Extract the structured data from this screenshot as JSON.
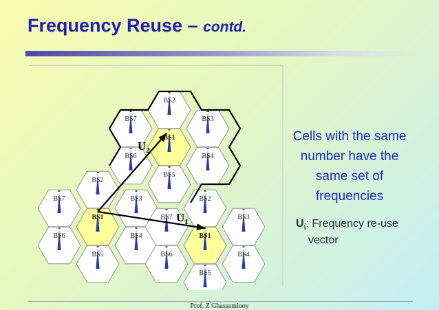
{
  "slide": {
    "title_main": "Frequency Reuse – ",
    "title_sub": "contd.",
    "description_lines": [
      "Cells with the same",
      "number have the",
      "same set of",
      "frequencies"
    ],
    "ui_symbol": "U",
    "ui_subscript": "i",
    "ui_text_line1": ": Frequency re-use",
    "ui_text_line2": "vector",
    "footer": "Prof. Z Ghassemlooy"
  },
  "diagram": {
    "cells": [
      {
        "label": "BS2",
        "highlight": false
      },
      {
        "label": "BS7",
        "highlight": false
      },
      {
        "label": "BS3",
        "highlight": false
      },
      {
        "label": "BS1",
        "highlight": true
      },
      {
        "label": "BS6",
        "highlight": false
      },
      {
        "label": "BS4",
        "highlight": false
      },
      {
        "label": "BS5",
        "highlight": false
      },
      {
        "label": "BS2",
        "highlight": false
      },
      {
        "label": "BS7",
        "highlight": false
      },
      {
        "label": "BS3",
        "highlight": false
      },
      {
        "label": "BS1",
        "highlight": true
      },
      {
        "label": "BS6",
        "highlight": false
      },
      {
        "label": "BS4",
        "highlight": false
      },
      {
        "label": "BS5",
        "highlight": false
      },
      {
        "label": "BS2",
        "highlight": false
      },
      {
        "label": "BS7",
        "highlight": false
      },
      {
        "label": "BS3",
        "highlight": false
      },
      {
        "label": "BS1",
        "highlight": true
      },
      {
        "label": "BS6",
        "highlight": false
      },
      {
        "label": "BS4",
        "highlight": false
      },
      {
        "label": "BS5",
        "highlight": false
      }
    ],
    "vector_u2_symbol": "U",
    "vector_u2_subscript": "2",
    "vector_u1_symbol": "U",
    "vector_u1_subscript": "1",
    "colors": {
      "cell_fill": "#ffffff",
      "highlight_fill": "#ffff99",
      "cell_stroke": "#909090",
      "boundary": "#000000",
      "antenna": "#2a3aa8",
      "text_blue": "#1c2cc8"
    }
  }
}
